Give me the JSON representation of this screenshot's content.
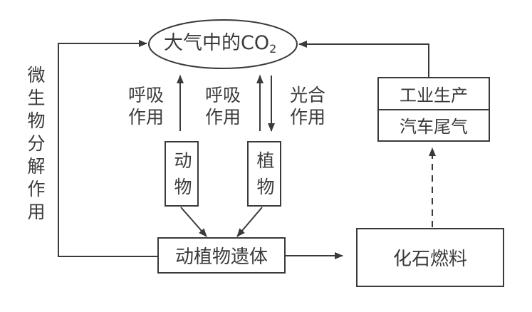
{
  "nodes": {
    "atmosphere_co2": {
      "text": "大气中的CO",
      "subscript": "2"
    },
    "animal": "动物",
    "plant": "植物",
    "remains": "动植物遗体",
    "fossil_fuel": "化石燃料",
    "industry": "工业生产",
    "vehicle_exhaust": "汽车尾气"
  },
  "edge_labels": {
    "microbial_decomposition": "微生物分解作用",
    "animal_respiration": [
      "呼吸",
      "作用"
    ],
    "plant_respiration": [
      "呼吸",
      "作用"
    ],
    "photosynthesis": [
      "光合",
      "作用"
    ]
  },
  "edges": [
    {
      "from": "remains",
      "to": "atmosphere_co2",
      "label": "microbial_decomposition",
      "style": "solid"
    },
    {
      "from": "animal",
      "to": "atmosphere_co2",
      "label": "animal_respiration",
      "style": "solid"
    },
    {
      "from": "plant",
      "to": "atmosphere_co2",
      "label": "plant_respiration",
      "style": "solid"
    },
    {
      "from": "atmosphere_co2",
      "to": "plant",
      "label": "photosynthesis",
      "style": "solid"
    },
    {
      "from": "animal",
      "to": "remains",
      "style": "solid"
    },
    {
      "from": "plant",
      "to": "remains",
      "style": "solid"
    },
    {
      "from": "remains",
      "to": "fossil_fuel",
      "style": "solid"
    },
    {
      "from": "fossil_fuel",
      "to": "industry_vehicle",
      "style": "dashed"
    },
    {
      "from": "industry_vehicle",
      "to": "atmosphere_co2",
      "style": "solid"
    }
  ]
}
